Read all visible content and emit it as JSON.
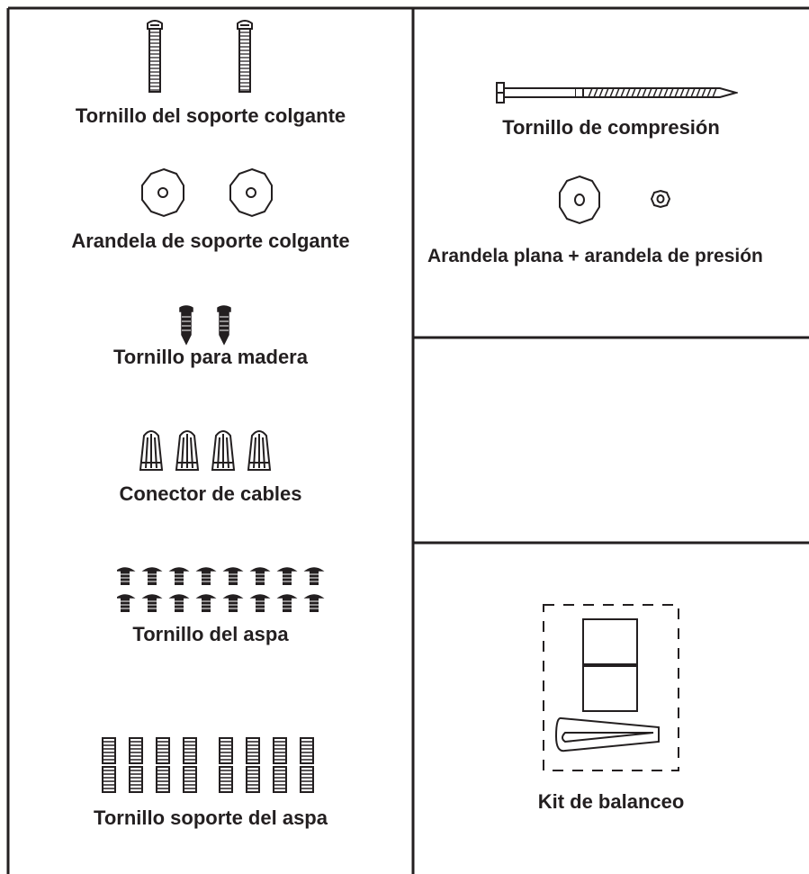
{
  "left_column": {
    "hanger_bracket_screw": "Tornillo del soporte colgante",
    "hanger_bracket_washer": "Arandela de soporte colgante",
    "wood_screw": "Tornillo para madera",
    "wire_connector": "Conector de cables",
    "blade_screw": "Tornillo del aspa",
    "blade_bracket_screw": "Tornillo soporte del aspa"
  },
  "right_column": {
    "compression_screw": "Tornillo de compresión",
    "washers": "Arandela plana + arandela de presión",
    "balance_kit": "Kit de balanceo"
  },
  "colors": {
    "line": "#231f20",
    "background": "#ffffff"
  }
}
